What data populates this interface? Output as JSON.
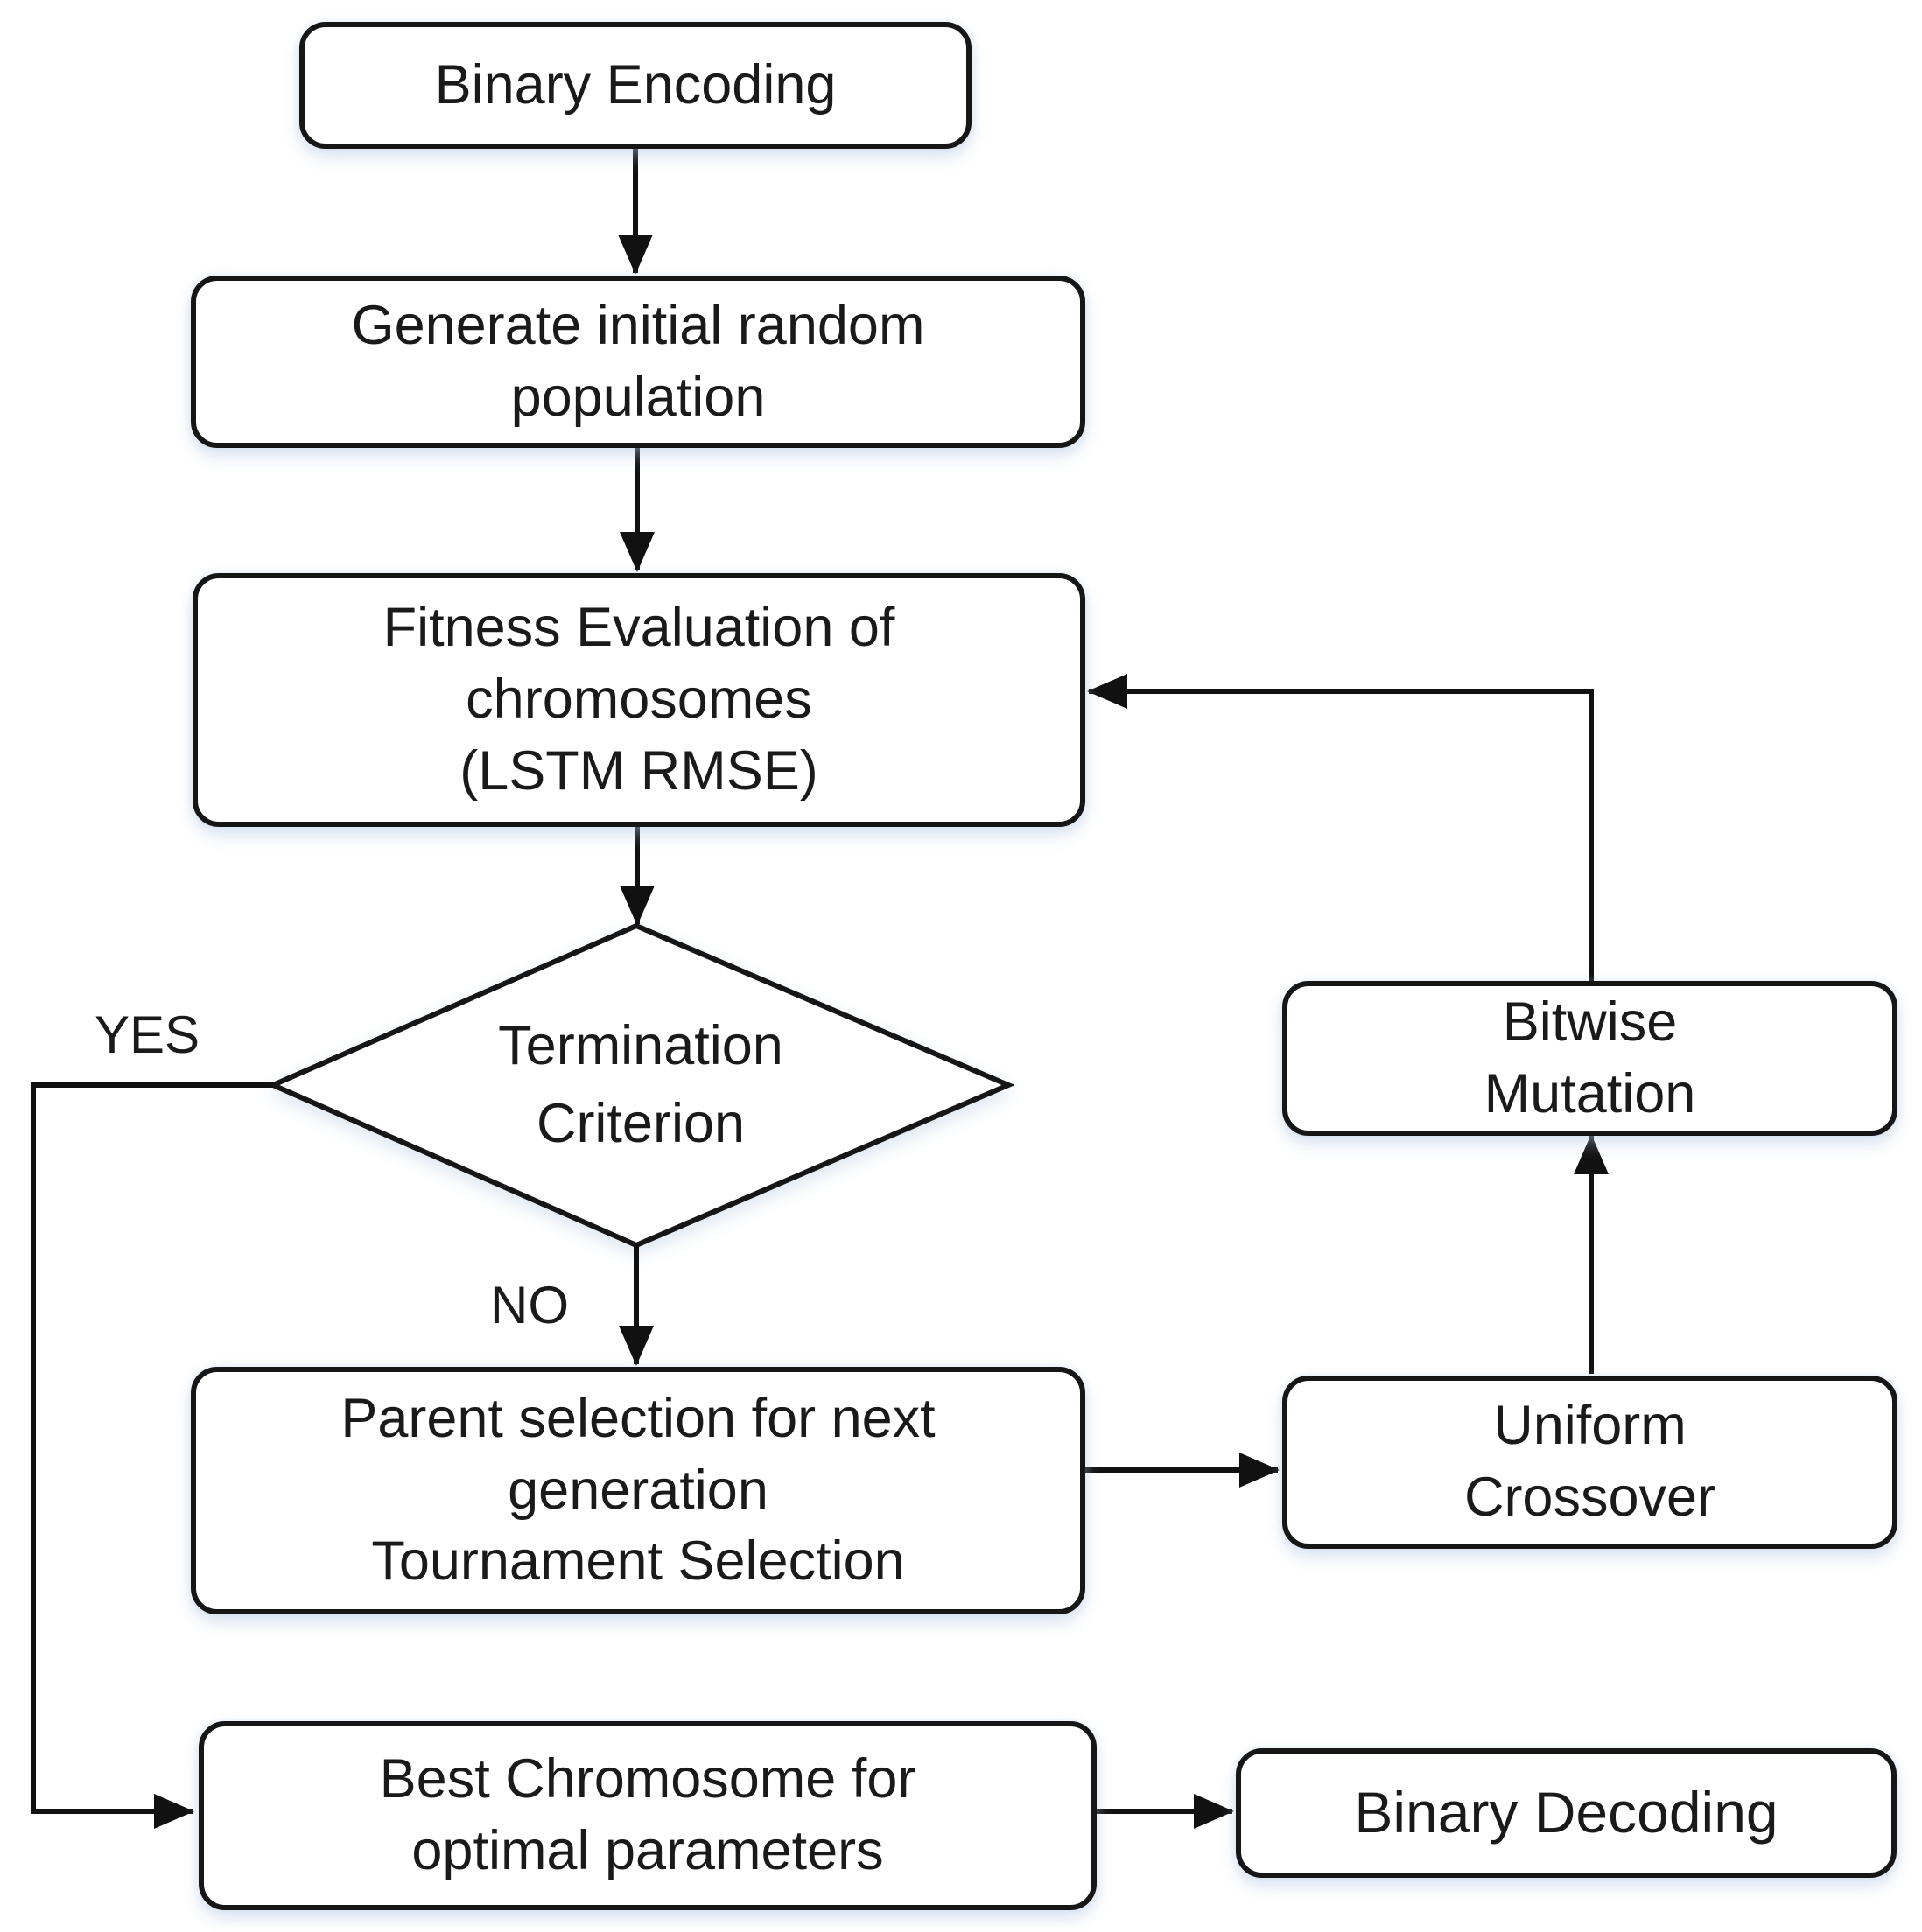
{
  "figure": {
    "background": "#ffffff",
    "stroke_color": "#161616",
    "text_color": "#1a1a1a",
    "glow_color": "rgba(168,193,226,0.4)"
  },
  "nodes": {
    "binary_encoding": {
      "label": "Binary Encoding",
      "shape": "rounded-rect"
    },
    "generate_population": {
      "label": "Generate initial random\npopulation",
      "shape": "rounded-rect"
    },
    "fitness_evaluation": {
      "label": "Fitness Evaluation of\nchromosomes\n(LSTM RMSE)",
      "shape": "rounded-rect"
    },
    "termination_criterion": {
      "label": "Termination\nCriterion",
      "shape": "diamond"
    },
    "parent_selection": {
      "label": "Parent selection for next\ngeneration\nTournament Selection",
      "shape": "rounded-rect"
    },
    "best_chromosome": {
      "label": "Best Chromosome for\noptimal parameters",
      "shape": "rounded-rect"
    },
    "uniform_crossover": {
      "label": "Uniform\nCrossover",
      "shape": "rounded-rect"
    },
    "bitwise_mutation": {
      "label": "Bitwise\nMutation",
      "shape": "rounded-rect"
    },
    "binary_decoding": {
      "label": "Binary Decoding",
      "shape": "rounded-rect"
    }
  },
  "edges": [
    {
      "from": "binary_encoding",
      "to": "generate_population",
      "label": ""
    },
    {
      "from": "generate_population",
      "to": "fitness_evaluation",
      "label": ""
    },
    {
      "from": "fitness_evaluation",
      "to": "termination_criterion",
      "label": ""
    },
    {
      "from": "termination_criterion",
      "to": "parent_selection",
      "label": "NO"
    },
    {
      "from": "termination_criterion",
      "to": "best_chromosome",
      "label": "YES"
    },
    {
      "from": "parent_selection",
      "to": "uniform_crossover",
      "label": ""
    },
    {
      "from": "uniform_crossover",
      "to": "bitwise_mutation",
      "label": ""
    },
    {
      "from": "bitwise_mutation",
      "to": "fitness_evaluation",
      "label": ""
    },
    {
      "from": "best_chromosome",
      "to": "binary_decoding",
      "label": ""
    }
  ]
}
